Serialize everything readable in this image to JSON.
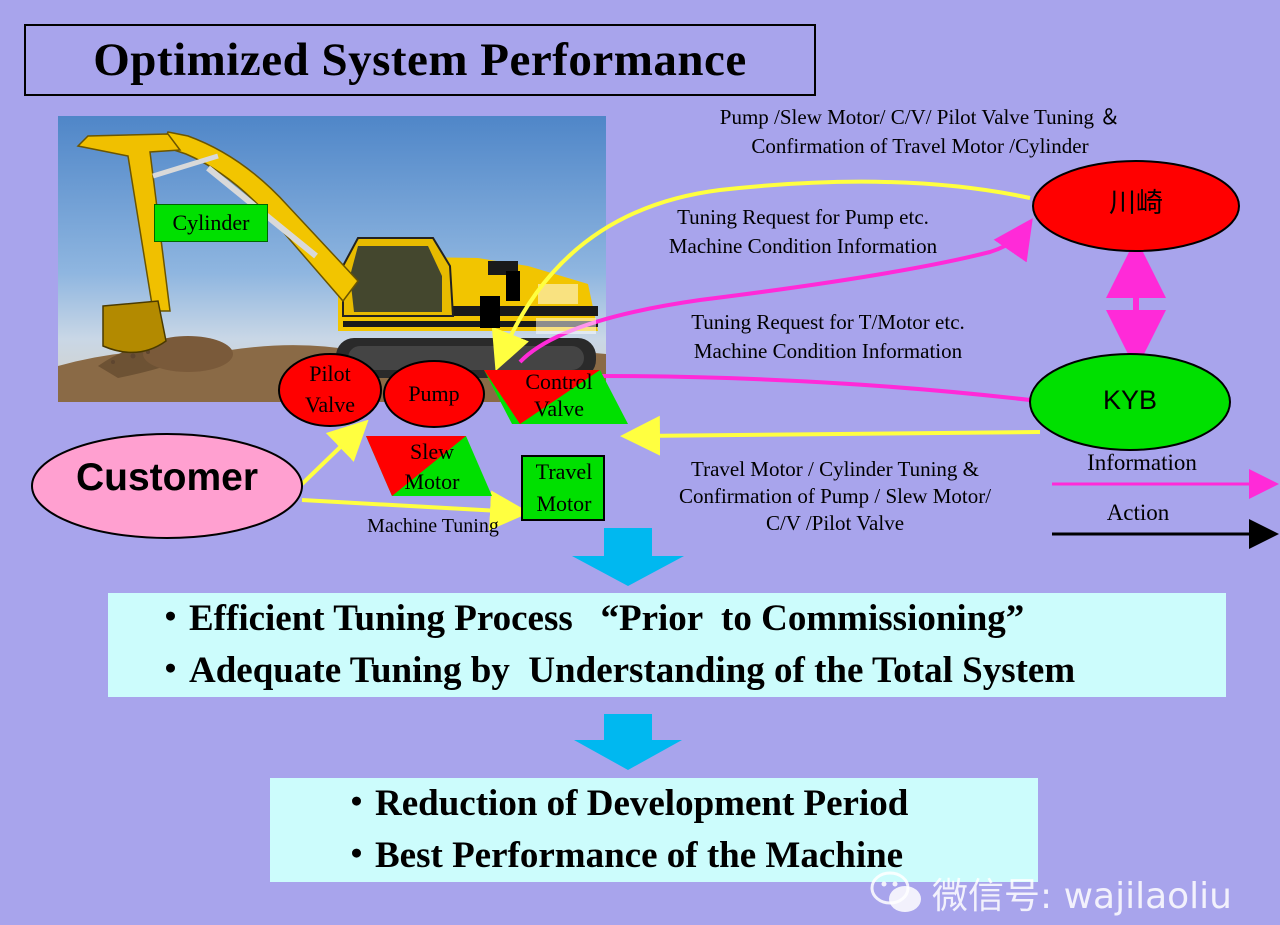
{
  "title": "Optimized System Performance",
  "colors": {
    "background": "#a8a4ec",
    "red_node": "#ff0000",
    "green_node": "#00e000",
    "customer": "#ffa0d0",
    "yellow_arrow": "#ffff40",
    "magenta_arrow": "#ff2ad8",
    "output_box": "#ccfcfc",
    "down_arrow": "#00b8f0"
  },
  "components": {
    "cylinder": "Cylinder",
    "pilot_valve": [
      "Pilot",
      "Valve"
    ],
    "pump": "Pump",
    "control_valve": [
      "Control",
      "Valve"
    ],
    "slew_motor": [
      "Slew",
      "Motor"
    ],
    "travel_motor": [
      "Travel",
      "Motor"
    ]
  },
  "nodes": {
    "kawasaki": "川崎",
    "kyb": "KYB",
    "customer": "Customer"
  },
  "notes": {
    "kawasaki_top": [
      "Pump /Slew Motor/ C/V/ Pilot Valve Tuning ＆",
      "Confirmation of Travel Motor /Cylinder"
    ],
    "request_pump": [
      "Tuning Request for Pump etc.",
      "Machine Condition Information"
    ],
    "request_tmotor": [
      "Tuning Request for T/Motor etc.",
      "Machine Condition Information"
    ],
    "kyb_bottom": [
      "Travel Motor / Cylinder Tuning &",
      "Confirmation of Pump / Slew Motor/",
      "C/V /Pilot Valve"
    ],
    "machine_tuning": "Machine Tuning"
  },
  "legend": {
    "information": "Information",
    "action": "Action"
  },
  "outcome1": [
    "・Efficient Tuning Process   “Prior  to Commissioning”",
    "・Adequate Tuning by  Understanding of the Total System"
  ],
  "outcome2": [
    "・Reduction of Development Period",
    "・Best Performance of the Machine"
  ],
  "watermark": "微信号: wajilaoliu"
}
